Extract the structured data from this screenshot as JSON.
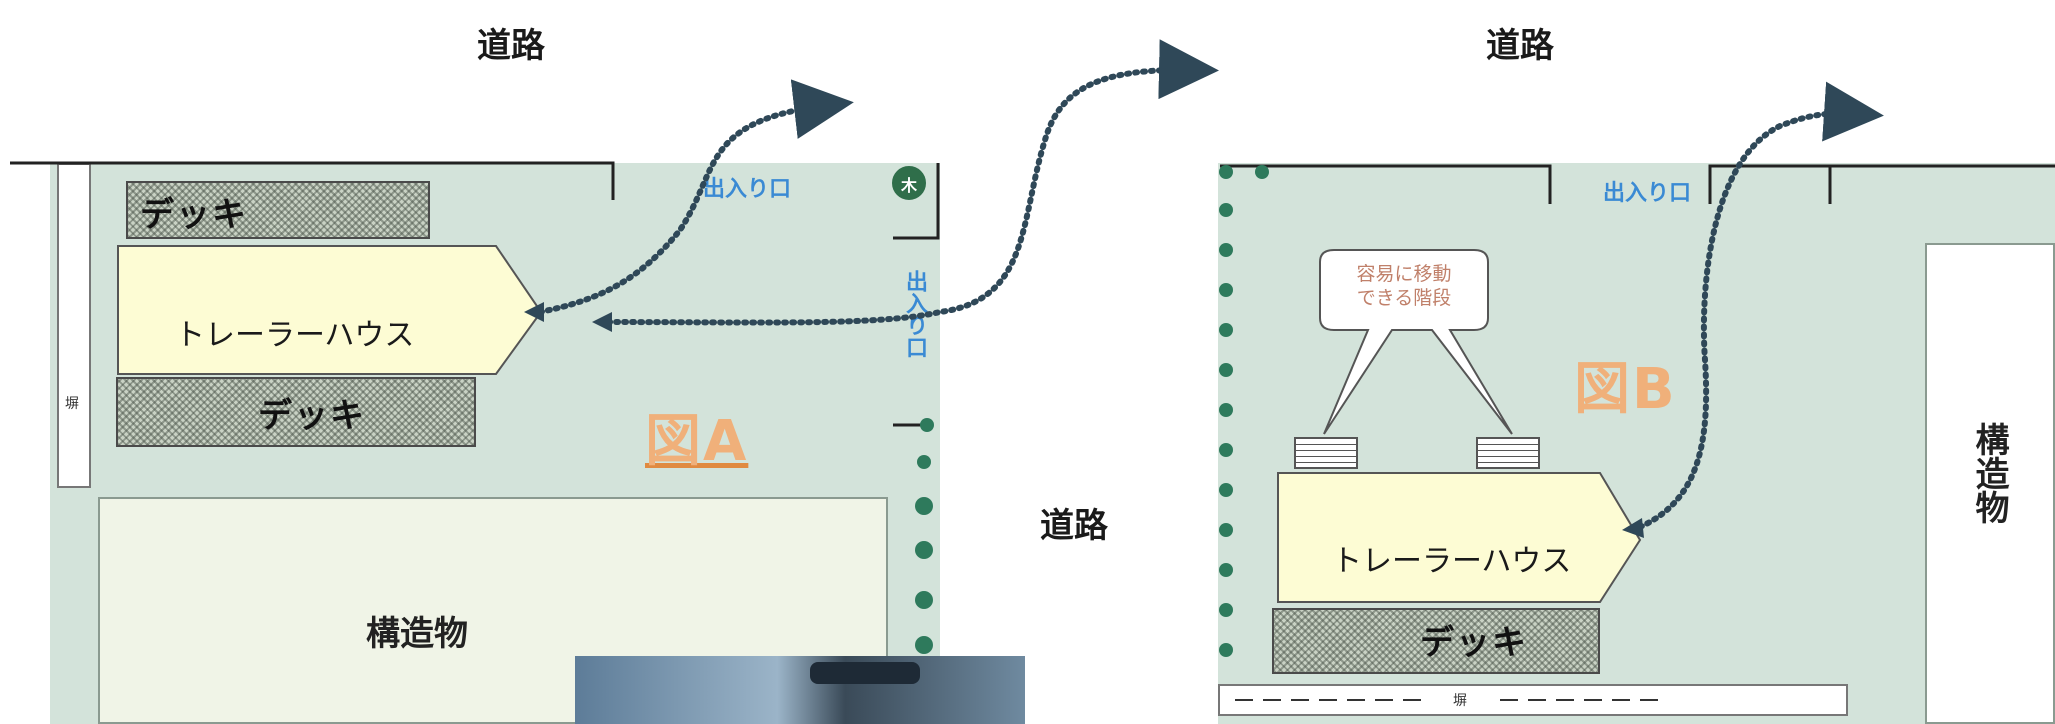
{
  "roads": {
    "top_left": "道路",
    "top_right": "道路",
    "middle": "道路"
  },
  "figure_a": {
    "label": "図A",
    "deck_top": "デッキ",
    "deck_bottom": "デッキ",
    "trailer": "トレーラーハウス",
    "entrance_top": "出入り口",
    "entrance_side": "出入り口",
    "structure": "構造物",
    "fence": "塀",
    "tree": "木"
  },
  "figure_b": {
    "label": "図B",
    "deck": "デッキ",
    "trailer": "トレーラーハウス",
    "entrance_top": "出入り口",
    "structure": "構造物",
    "fence": "塀",
    "callout": "容易に移動できる階段",
    "callout_line1": "容易に移動",
    "callout_line2": "できる階段"
  },
  "colors": {
    "plot": "#d3e3da",
    "trailer": "#fdfcd4",
    "path_dots": "#2f4858",
    "fence_dots": "#2e7a5c",
    "entrance_text": "#3a8ad4",
    "figure_label": "#f0b07a"
  }
}
